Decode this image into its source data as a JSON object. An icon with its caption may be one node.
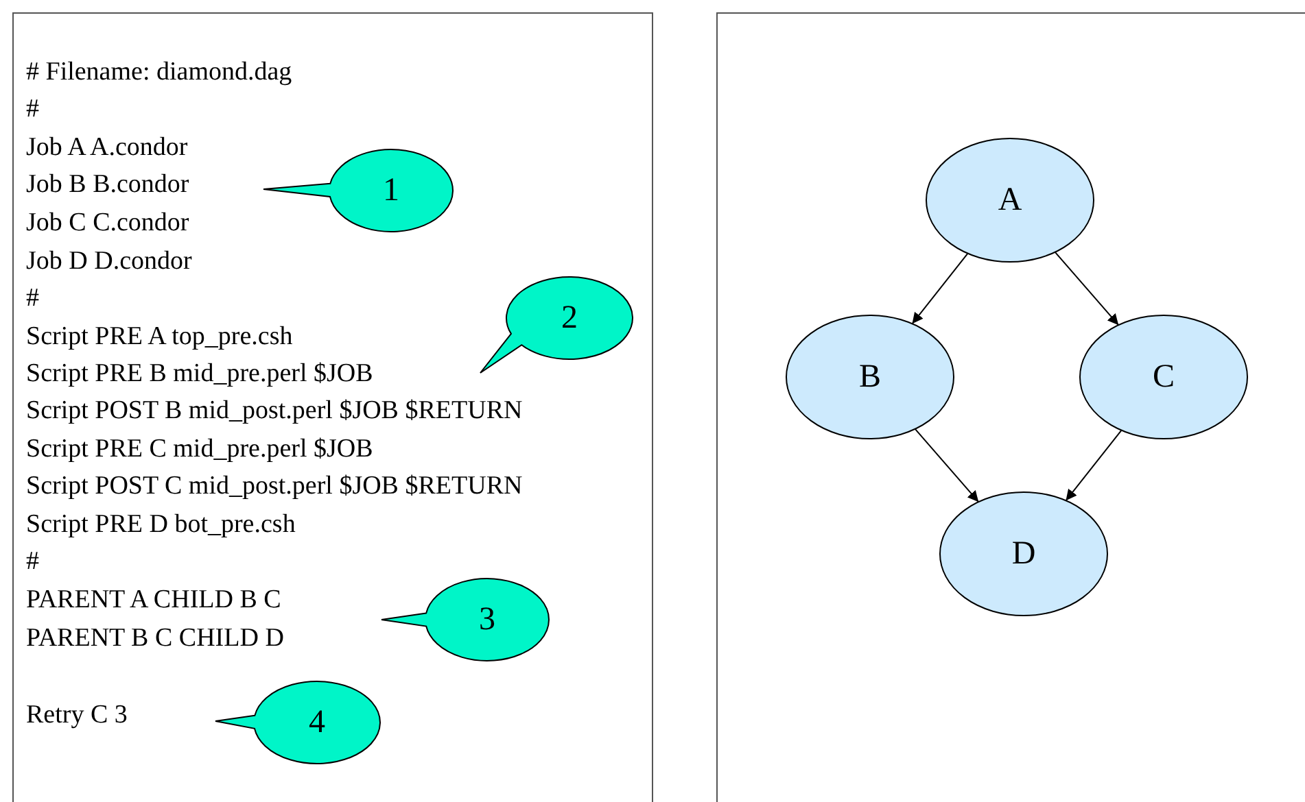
{
  "diagram": {
    "nodes": [
      {
        "text": [
          "1"
        ]
      },
      {
        "text": [
          "2"
        ]
      },
      {
        "text": [
          "3"
        ]
      },
      {
        "text": [
          "4"
        ]
      },
      {
        "text": [
          "A"
        ]
      },
      {
        "text": [
          "B"
        ]
      },
      {
        "text": [
          "C"
        ]
      },
      {
        "text": [
          "D"
        ]
      }
    ],
    "edges": [
      {
        "from": 4,
        "to": 5,
        "arrow": "to"
      },
      {
        "from": 4,
        "to": 6,
        "arrow": "to"
      },
      {
        "from": 5,
        "to": 7,
        "arrow": "to"
      },
      {
        "from": 6,
        "to": 7,
        "arrow": "to"
      }
    ],
    "labels": [
      "# Filename: diamond.dag",
      "#",
      "Job A A.condor",
      "Job B B.condor",
      "Job C C.condor",
      "Job D D.condor",
      "#",
      "Script PRE A top_pre.csh",
      "Script PRE B mid_pre.perl $JOB",
      "Script POST B mid_post.perl $JOB $RETURN",
      "Script PRE C mid_pre.perl $JOB",
      "Script POST C mid_post.perl $JOB $RETURN",
      "Script PRE D bot_pre.csh",
      "#",
      "PARENT A CHILD B C",
      "PARENT B C CHILD D",
      "Retry C 3"
    ]
  }
}
